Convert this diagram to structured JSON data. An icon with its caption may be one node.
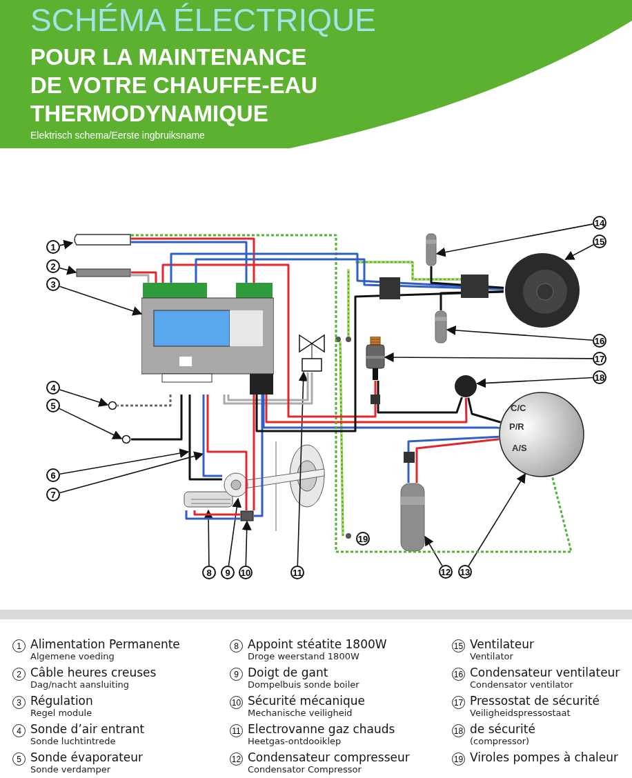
{
  "diagram": {
    "title": "SCHÉMA ÉLECTRIQUE",
    "nodes": [
      {
        "text": [
          "1"
        ]
      },
      {
        "text": [
          "2"
        ]
      },
      {
        "text": [
          "3"
        ]
      },
      {
        "text": [
          "4"
        ]
      },
      {
        "text": [
          "5"
        ]
      },
      {
        "text": [
          "6"
        ]
      },
      {
        "text": [
          "7"
        ]
      },
      {
        "text": [
          "8"
        ]
      },
      {
        "text": [
          "9"
        ]
      },
      {
        "text": [
          "10"
        ]
      },
      {
        "text": [
          "11"
        ]
      },
      {
        "text": [
          "12"
        ]
      },
      {
        "text": [
          "13"
        ]
      },
      {
        "text": [
          "14"
        ]
      },
      {
        "text": [
          "15"
        ]
      },
      {
        "text": [
          "16"
        ]
      },
      {
        "text": [
          "17"
        ]
      },
      {
        "text": [
          "18"
        ]
      },
      {
        "text": [],
        "shape": "box"
      },
      {
        "text": [],
        "shape": "box"
      },
      {
        "text": [],
        "shape": "picture"
      },
      {
        "text": [],
        "shape": "circle"
      },
      {
        "text": [],
        "shape": "circle"
      },
      {
        "text": [],
        "shape": "picture"
      },
      {
        "text": [],
        "shape": "picture"
      },
      {
        "text": [],
        "shape": "box"
      },
      {
        "text": [],
        "shape": "picture"
      },
      {
        "text": [],
        "shape": "cylinder"
      },
      {
        "text": [],
        "shape": "circle"
      },
      {
        "text": [],
        "shape": "cylinder"
      },
      {
        "text": [],
        "shape": "picture"
      },
      {
        "text": [],
        "shape": "cylinder"
      },
      {
        "text": [],
        "shape": "picture"
      },
      {
        "text": [],
        "shape": "circle"
      },
      {
        "text": [
          "19"
        ]
      }
    ],
    "edges": [
      {
        "from": 0,
        "to": 18,
        "arrow": "to"
      },
      {
        "from": 1,
        "to": 19,
        "arrow": "to"
      },
      {
        "from": 2,
        "to": 20,
        "arrow": "to"
      },
      {
        "from": 3,
        "to": 21,
        "arrow": "to"
      },
      {
        "from": 4,
        "to": 22,
        "arrow": "to"
      },
      {
        "from": 5,
        "to": null,
        "arrow": "to"
      },
      {
        "from": 6,
        "to": null,
        "arrow": "to"
      },
      {
        "from": 7,
        "to": 23,
        "arrow": "to"
      },
      {
        "from": 8,
        "to": 24,
        "arrow": "to"
      },
      {
        "from": 9,
        "to": 25,
        "arrow": "to"
      },
      {
        "from": 10,
        "to": 26,
        "arrow": "to"
      },
      {
        "from": 11,
        "to": 27,
        "arrow": "to"
      },
      {
        "from": 12,
        "to": 28,
        "arrow": "to"
      },
      {
        "from": 13,
        "to": 29,
        "arrow": "to"
      },
      {
        "from": 14,
        "to": 30,
        "arrow": "to"
      },
      {
        "from": 15,
        "to": 31,
        "arrow": "to"
      },
      {
        "from": 16,
        "to": 32,
        "arrow": "to"
      },
      {
        "from": 17,
        "to": 33,
        "arrow": "to"
      },
      {
        "from": 18,
        "to": 20,
        "arrow": "none",
        "color": "#e3262b"
      },
      {
        "from": 18,
        "to": 20,
        "arrow": "none",
        "color": "#2f5fc6"
      },
      {
        "from": 19,
        "to": 20,
        "arrow": "none",
        "color": "#e3262b"
      },
      {
        "from": 19,
        "to": 20,
        "arrow": "none",
        "color": "#aaaaaa"
      },
      {
        "from": 20,
        "to": 21,
        "arrow": "none",
        "style": "dashed",
        "color": "#666666"
      },
      {
        "from": 20,
        "to": 22,
        "arrow": "none"
      },
      {
        "from": 20,
        "to": 24,
        "arrow": "none"
      },
      {
        "from": 20,
        "to": 24,
        "arrow": "none",
        "color": "#2f5fc6"
      },
      {
        "from": 20,
        "to": 25,
        "arrow": "none",
        "color": "#e3262b"
      },
      {
        "from": 23,
        "to": 25,
        "arrow": "none",
        "color": "#2f5fc6"
      },
      {
        "from": 23,
        "to": 25,
        "arrow": "none",
        "color": "#e3262b"
      },
      {
        "from": 20,
        "to": 26,
        "arrow": "none",
        "color": "#aaaaaa"
      },
      {
        "from": 20,
        "to": 26,
        "arrow": "none",
        "color": "#aaaaaa"
      },
      {
        "from": 20,
        "to": 25,
        "arrow": "none",
        "color": "#e3262b"
      },
      {
        "from": 20,
        "to": 25,
        "arrow": "none",
        "color": "#2f5fc6"
      },
      {
        "from": 20,
        "to": 33,
        "arrow": "none",
        "color": "#e3262b"
      },
      {
        "from": 20,
        "to": 28,
        "arrow": "none",
        "color": "#2f5fc6"
      },
      {
        "from": 32,
        "to": 33,
        "arrow": "none"
      },
      {
        "from": 33,
        "to": 28,
        "arrow": "none"
      },
      {
        "from": 27,
        "to": 28,
        "arrow": "none",
        "color": "#2f5fc6"
      },
      {
        "from": 27,
        "to": 28,
        "arrow": "none",
        "color": "#e3262b"
      },
      {
        "from": 18,
        "to": 28,
        "arrow": "none",
        "style": "dashed",
        "color": "#4fb332"
      },
      {
        "from": 20,
        "to": 32,
        "arrow": "none",
        "color": "#e3262b"
      },
      {
        "from": 20,
        "to": 30,
        "arrow": "none",
        "color": "#2f5fc6"
      },
      {
        "from": 20,
        "to": 30,
        "arrow": "none",
        "color": "#2f5fc6"
      },
      {
        "from": 20,
        "to": 30,
        "arrow": "none"
      },
      {
        "from": 29,
        "to": 30,
        "arrow": "none"
      },
      {
        "from": 31,
        "to": 30,
        "arrow": "none"
      }
    ],
    "labels": [
      "POUR LA MAINTENANCE DE VOTRE CHAUFFE-EAU THERMODYNAMIQUE",
      "Elektrisch schema/Eerste ingbruiksname",
      "C/C",
      "P/R",
      "A/S",
      "1",
      "Alimentation Permanente",
      "Algemene voeding",
      "2",
      "Câble heures creuses",
      "Dag/nacht aansluiting",
      "3",
      "Régulation",
      "Regel module",
      "4",
      "Sonde d’air entrant",
      "Sonde luchtintrede",
      "5",
      "Sonde évaporateur",
      "Sonde verdamper",
      "8",
      "Appoint stéatite 1800W",
      "Droge weerstand 1800W",
      "9",
      "Doigt de gant",
      "Dompelbuis sonde boiler",
      "10",
      "Sécurité mécanique",
      "Mechanische veiligheid",
      "11",
      "Electrovanne gaz chauds",
      "Heetgas-ontdooiklep",
      "12",
      "Condensateur compresseur",
      "Condensator Compressor",
      "15",
      "Ventilateur",
      "Ventilator",
      "16",
      "Condensateur ventilateur",
      "Condensator ventilator",
      "17",
      "Pressostat de sécurité",
      "Veiligheidspressostaat",
      "18",
      "de sécurité",
      "(compressor)",
      "19",
      "Viroles pompes à chaleur"
    ]
  }
}
